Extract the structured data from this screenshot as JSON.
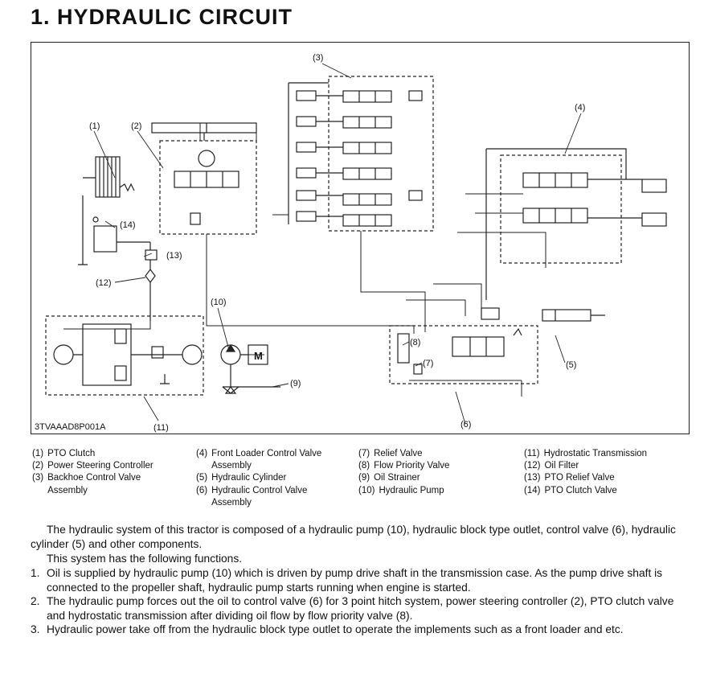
{
  "title": "1.  HYDRAULIC  CIRCUIT",
  "diagram": {
    "code": "3TVAAAD8P001A",
    "callouts": [
      "(1)",
      "(2)",
      "(3)",
      "(4)",
      "(5)",
      "(6)",
      "(7)",
      "(8)",
      "(9)",
      "(10)",
      "(11)",
      "(12)",
      "(13)",
      "(14)"
    ],
    "m_label": "M"
  },
  "legend": {
    "col1": [
      {
        "num": "(1)",
        "label": "PTO Clutch"
      },
      {
        "num": "(2)",
        "label": "Power Steering Controller"
      },
      {
        "num": "(3)",
        "label": "Backhoe Control Valve Assembly"
      }
    ],
    "col2": [
      {
        "num": "(4)",
        "label": "Front Loader Control Valve Assembly"
      },
      {
        "num": "(5)",
        "label": "Hydraulic Cylinder"
      },
      {
        "num": "(6)",
        "label": "Hydraulic Control Valve Assembly"
      }
    ],
    "col3": [
      {
        "num": "(7)",
        "label": "Relief Valve"
      },
      {
        "num": "(8)",
        "label": "Flow Priority Valve"
      },
      {
        "num": "(9)",
        "label": "Oil Strainer"
      },
      {
        "num": "(10)",
        "label": "Hydraulic Pump"
      }
    ],
    "col4": [
      {
        "num": "(11)",
        "label": "Hydrostatic Transmission"
      },
      {
        "num": "(12)",
        "label": "Oil Filter"
      },
      {
        "num": "(13)",
        "label": "PTO Relief Valve"
      },
      {
        "num": "(14)",
        "label": "PTO Clutch Valve"
      }
    ]
  },
  "body": {
    "intro": "The hydraulic system of this tractor is composed of a hydraulic pump (10), hydraulic block type outlet, control valve (6), hydraulic cylinder (5) and other components.",
    "intro2": "This system has the following functions.",
    "functions": [
      {
        "num": "1.",
        "text": "Oil is supplied by hydraulic pump (10) which is driven by pump drive shaft in the transmission case.  As the pump drive shaft is connected to the propeller shaft, hydraulic pump starts running when engine is started."
      },
      {
        "num": "2.",
        "text": "The hydraulic pump forces out the oil to control valve (6) for 3 point hitch system, power steering controller (2), PTO clutch valve and hydrostatic transmission after dividing oil flow by flow priority valve (8)."
      },
      {
        "num": "3.",
        "text": "Hydraulic power take off from the hydraulic block type outlet to operate the implements such as a front loader and etc."
      }
    ]
  }
}
